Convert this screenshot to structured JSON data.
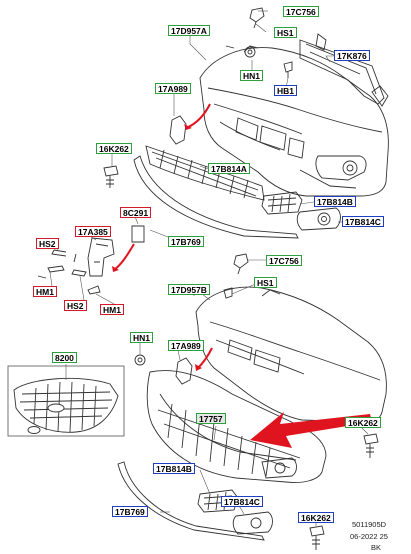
{
  "colors": {
    "green": "#2f9e3c",
    "blue": "#1f3fbf",
    "red": "#d21a2a",
    "arrow": "#e0141e"
  },
  "labels": {
    "c17C756a": "17C756",
    "cHS1a": "HS1",
    "c17D957Aa": "17D957A",
    "c17K876": "17K876",
    "cHN1a": "HN1",
    "cHB1": "HB1",
    "c17A989a": "17A989",
    "c16K262a": "16K262",
    "c17B814A": "17B814A",
    "c17B814Ba": "17B814B",
    "c17B814Ca": "17B814C",
    "c8C291": "8C291",
    "c17A385": "17A385",
    "cHS2a": "HS2",
    "cHS2b": "HS2",
    "cHM1a": "HM1",
    "cHM1b": "HM1",
    "c17B769a": "17B769",
    "c17C756b": "17C756",
    "c17D957B": "17D957B",
    "cHS1b": "HS1",
    "cHN1b": "HN1",
    "c17A989b": "17A989",
    "c8200": "8200",
    "c17757": "17757",
    "c16K262b": "16K262",
    "c17B814Bb": "17B814B",
    "c17B814Cb": "17B814C",
    "c17B769b": "17B769",
    "c16K262c": "16K262"
  },
  "footer": {
    "ref": "5011905D",
    "date": "06-2022 25",
    "code": "BK"
  }
}
